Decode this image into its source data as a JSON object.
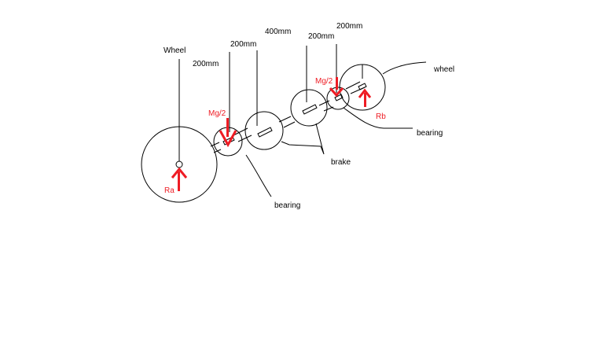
{
  "labels": {
    "wheel_left": "Wheel",
    "wheel_right": "wheel",
    "bearing_left": "bearing",
    "bearing_right": "bearing",
    "brake": "brake",
    "force_left": "Mg/2",
    "force_right": "Mg/2",
    "reaction_a": "Ra",
    "reaction_b": "Rb"
  },
  "dimensions": [
    "200mm",
    "200mm",
    "400mm",
    "200mm",
    "200mm"
  ],
  "colors": {
    "line": "#000000",
    "force": "#ee1c24",
    "background": "#ffffff"
  }
}
